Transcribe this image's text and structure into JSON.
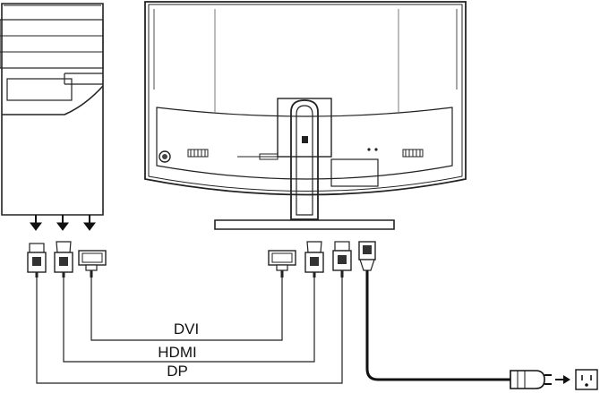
{
  "labels": {
    "dvi": "DVI",
    "hdmi": "HDMI",
    "dp": "DP"
  }
}
